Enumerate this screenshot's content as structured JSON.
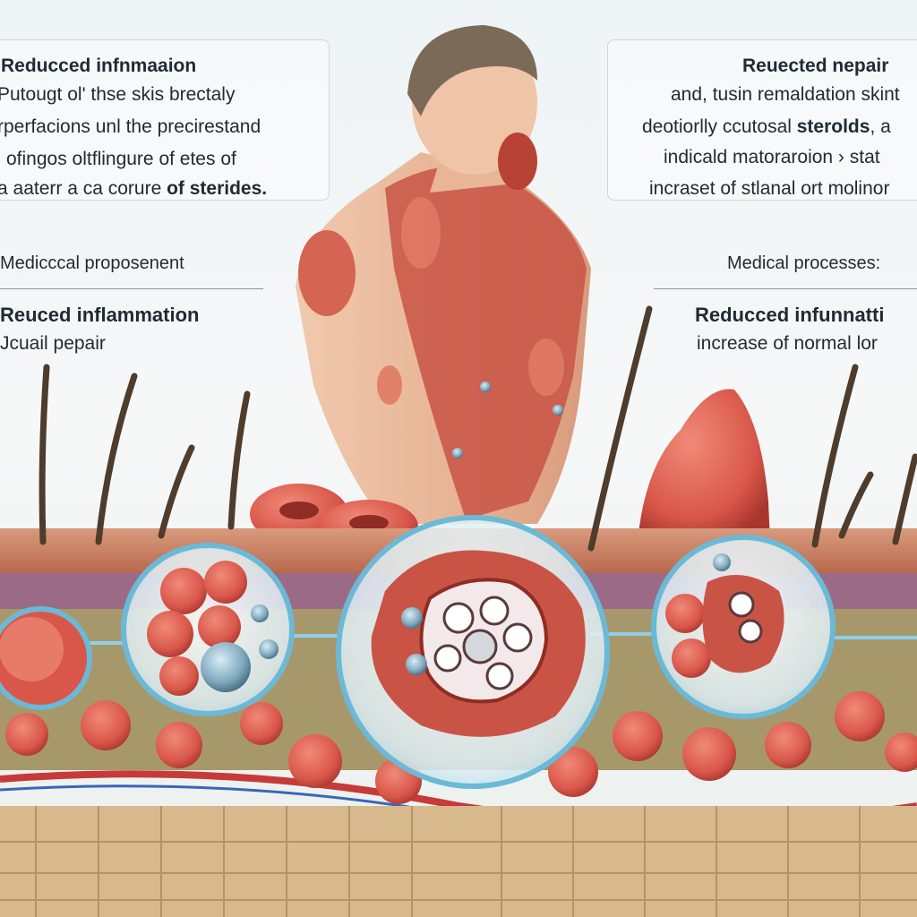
{
  "left_panel": {
    "title": "Reducced infnmaaion",
    "lines": [
      "Putougt ol' thse  skis brectaly",
      "rperfacions unl the precirestand",
      "ofingos oltflingure of etes of"
    ],
    "last_line_prefix": "a aaterr a ca corure ",
    "last_line_emphasis": "of sterides."
  },
  "right_panel": {
    "title": "Reuected nepair",
    "lines": [
      "and, tusin remaldation skint",
      "indicald matoraroion › stat",
      "incraset of stlanal ort molinor"
    ],
    "second_line_prefix": "deotiorlly ccutosal ",
    "second_line_emphasis": "sterolds",
    "second_line_suffix": ",  a"
  },
  "left_captions": {
    "heading": "Medicccal proposenent",
    "label_primary": "Reuced inflammation",
    "label_secondary": "Jcuail pepair"
  },
  "right_captions": {
    "heading": "Medical processes:",
    "label_primary": "Reducced infunnatti",
    "label_secondary": "increase of normal lor"
  },
  "colors": {
    "panel_border": "#cfd6d9",
    "skin_surface": "#c97a5e",
    "tissue_red": "#d9574a",
    "lens_rim": "#6bb9d6",
    "fat_cells": "#d8b98e"
  }
}
